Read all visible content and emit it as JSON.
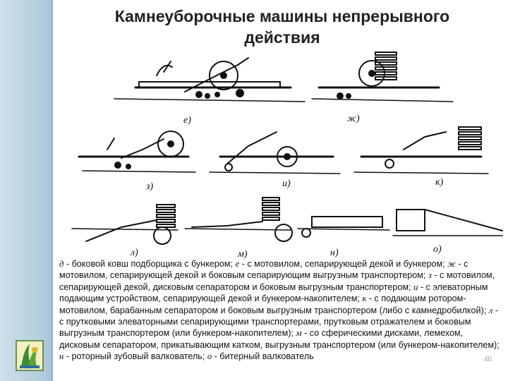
{
  "slide": {
    "title_line1": "Камнеуборочные машины непрерывного",
    "title_line2": "действия",
    "page_number": "40"
  },
  "figure": {
    "labels": [
      "е)",
      "ж)",
      "з)",
      "и)",
      "к)",
      "л)",
      "м)",
      "н)",
      "о)"
    ]
  },
  "caption": {
    "segments": [
      {
        "t": "д",
        "it": true
      },
      {
        "t": " - боковой ковш подборщика с бункером; "
      },
      {
        "t": "е",
        "it": true
      },
      {
        "t": " - с мотовилом, сепарирующей декой и бункером; "
      },
      {
        "t": "ж",
        "it": true
      },
      {
        "t": " - с мотовилом, сепарирующей декой и боковым сепарирующим выгрузным транспортером; "
      },
      {
        "t": "з",
        "it": true
      },
      {
        "t": " - с мотовилом, сепарирующей декой, дисковым сепаратором и боковым выгрузным транспортером; "
      },
      {
        "t": "и",
        "it": true
      },
      {
        "t": " - с элеваторным подающим устройством, сепарирующей декой и бункером-накопителем; "
      },
      {
        "t": "к",
        "it": true
      },
      {
        "t": " - с подающим ротором-мотовилом, барабанным сепаратором и боковым выгрузным транспортером (либо с камнедробилкой); "
      },
      {
        "t": "л",
        "it": true
      },
      {
        "t": " - с прутковыми элеваторными сепарирующими транспортерами, прутковым отражателем и боковым выгрузным транспортером (или бункером-накопителем); "
      },
      {
        "t": "м",
        "it": true
      },
      {
        "t": " - со сферическими дисками, лемехом, дисковым сепаратором, прикатывающим катком, выгрузным транспортером (или бункером-накопителем); "
      },
      {
        "t": "н",
        "it": true
      },
      {
        "t": " - роторный зубовый валкователь; "
      },
      {
        "t": "о",
        "it": true
      },
      {
        "t": " - битерный валкователь"
      }
    ]
  },
  "colors": {
    "sidebar": "#b9d2df",
    "ink": "#111111"
  },
  "icons": {
    "logo": "university-logo-icon"
  }
}
